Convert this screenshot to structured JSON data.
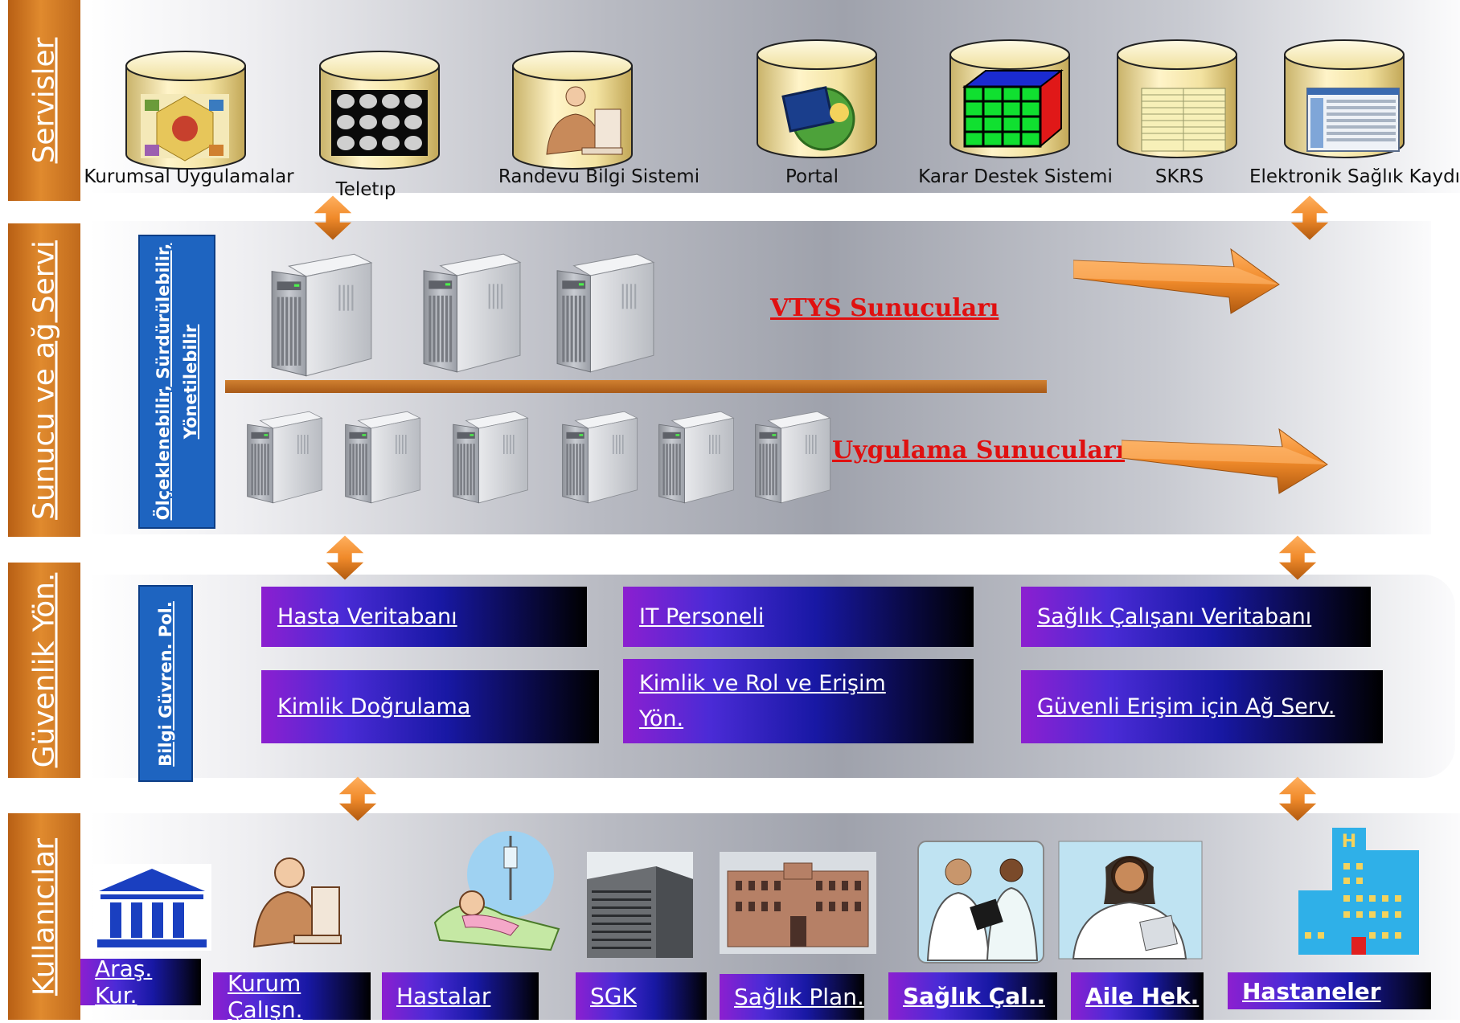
{
  "layers": {
    "services": "Servisler",
    "servers": "Sunucu ve ağ Servi",
    "security": "Güvenlik Yön.",
    "users": "Kullanıcılar"
  },
  "services": [
    {
      "label": "Kurumsal Uygulamalar",
      "icon": "enterprise-apps-icon"
    },
    {
      "label": "Teletıp",
      "icon": "brain-scan-icon"
    },
    {
      "label": "Randevu Bilgi Sistemi",
      "icon": "office-worker-icon"
    },
    {
      "label": "Portal",
      "icon": "globe-portal-icon"
    },
    {
      "label": "Karar Destek Sistemi",
      "icon": "data-cube-icon"
    },
    {
      "label": "SKRS",
      "icon": "spreadsheet-icon"
    },
    {
      "label": "Elektronik Sağlık Kaydı",
      "icon": "records-window-icon"
    }
  ],
  "server_layer": {
    "side_label_line1": "Ölçeklenebilir, Sürdürülebilir,",
    "side_label_line2": "Yönetilebilir",
    "db_servers_label": "VTYS Sunucuları",
    "app_servers_label": "Uygulama Sunucuları"
  },
  "security_layer": {
    "side_label": "Bilgi  Güvren. Pol.",
    "boxes": [
      "Hasta Veritabanı",
      "IT Personeli",
      "Sağlık Çalışanı Veritabanı",
      "Kimlik Doğrulama",
      "Kimlik ve Rol ve Erişim  Yön.",
      "Güvenli Erişim için Ağ Serv."
    ]
  },
  "users": [
    "Araş. Kur.",
    "Kurum Çalışn.",
    "Hastalar",
    "SGK",
    "Sağlık Plan.",
    "Sağlık Çal..",
    "Aile Hek.",
    "Hastaneler"
  ],
  "colors": {
    "layer_tab": "#e08a2e",
    "arrow": "#f08a2a",
    "title_red": "#e01010",
    "side_bar": "#1e64c0"
  }
}
